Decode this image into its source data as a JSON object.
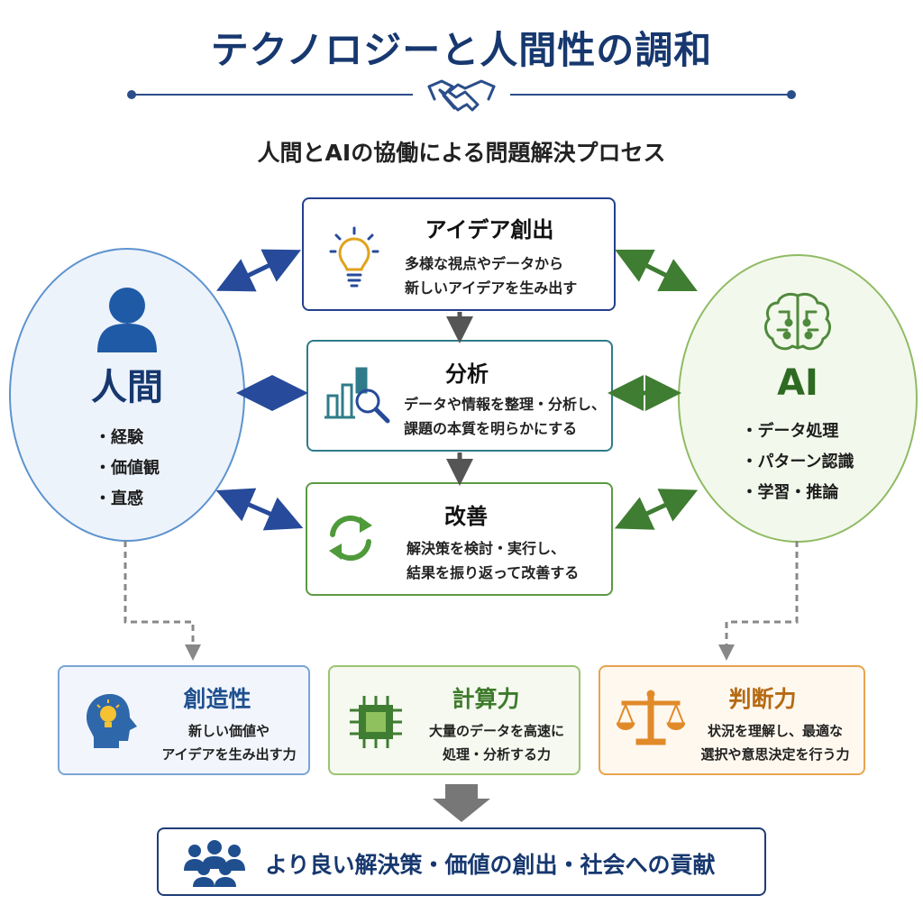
{
  "header": {
    "title": "テクノロジーと人間性の調和",
    "subtitle": "人間とAIの協働による問題解決プロセス"
  },
  "human": {
    "label": "人間",
    "traits": [
      "経験",
      "価値観",
      "直感"
    ]
  },
  "ai": {
    "label": "AI",
    "traits": [
      "データ処理",
      "パターン認識",
      "学習・推論"
    ]
  },
  "process": [
    {
      "title": "アイデア創出",
      "desc": [
        "多様な視点やデータから",
        "新しいアイデアを生み出す"
      ],
      "icon": "lightbulb-icon"
    },
    {
      "title": "分析",
      "desc": [
        "データや情報を整理・分析し、",
        "課題の本質を明らかにする"
      ],
      "icon": "chart-magnifier-icon"
    },
    {
      "title": "改善",
      "desc": [
        "解決策を検討・実行し、",
        "結果を振り返って改善する"
      ],
      "icon": "refresh-icon"
    }
  ],
  "capabilities": [
    {
      "title": "創造性",
      "desc": [
        "新しい価値や",
        "アイデアを生み出す力"
      ],
      "color": "#1f4f8f",
      "icon": "head-bulb-icon"
    },
    {
      "title": "計算力",
      "desc": [
        "大量のデータを高速に",
        "処理・分析する力"
      ],
      "color": "#3d7a2b",
      "icon": "chip-icon"
    },
    {
      "title": "判断力",
      "desc": [
        "状況を理解し、最適な",
        "選択や意思決定を行う力"
      ],
      "color": "#b56a12",
      "icon": "scales-icon"
    }
  ],
  "result": {
    "text": "より良い解決策・価値の創出・社会への貢献",
    "icon": "people-group-icon"
  },
  "colors": {
    "navy": "#17386f",
    "blue": "#274b9a",
    "teal": "#2f7b8a",
    "green": "#3f7d32",
    "orange": "#e18a2a",
    "gray": "#666666"
  }
}
